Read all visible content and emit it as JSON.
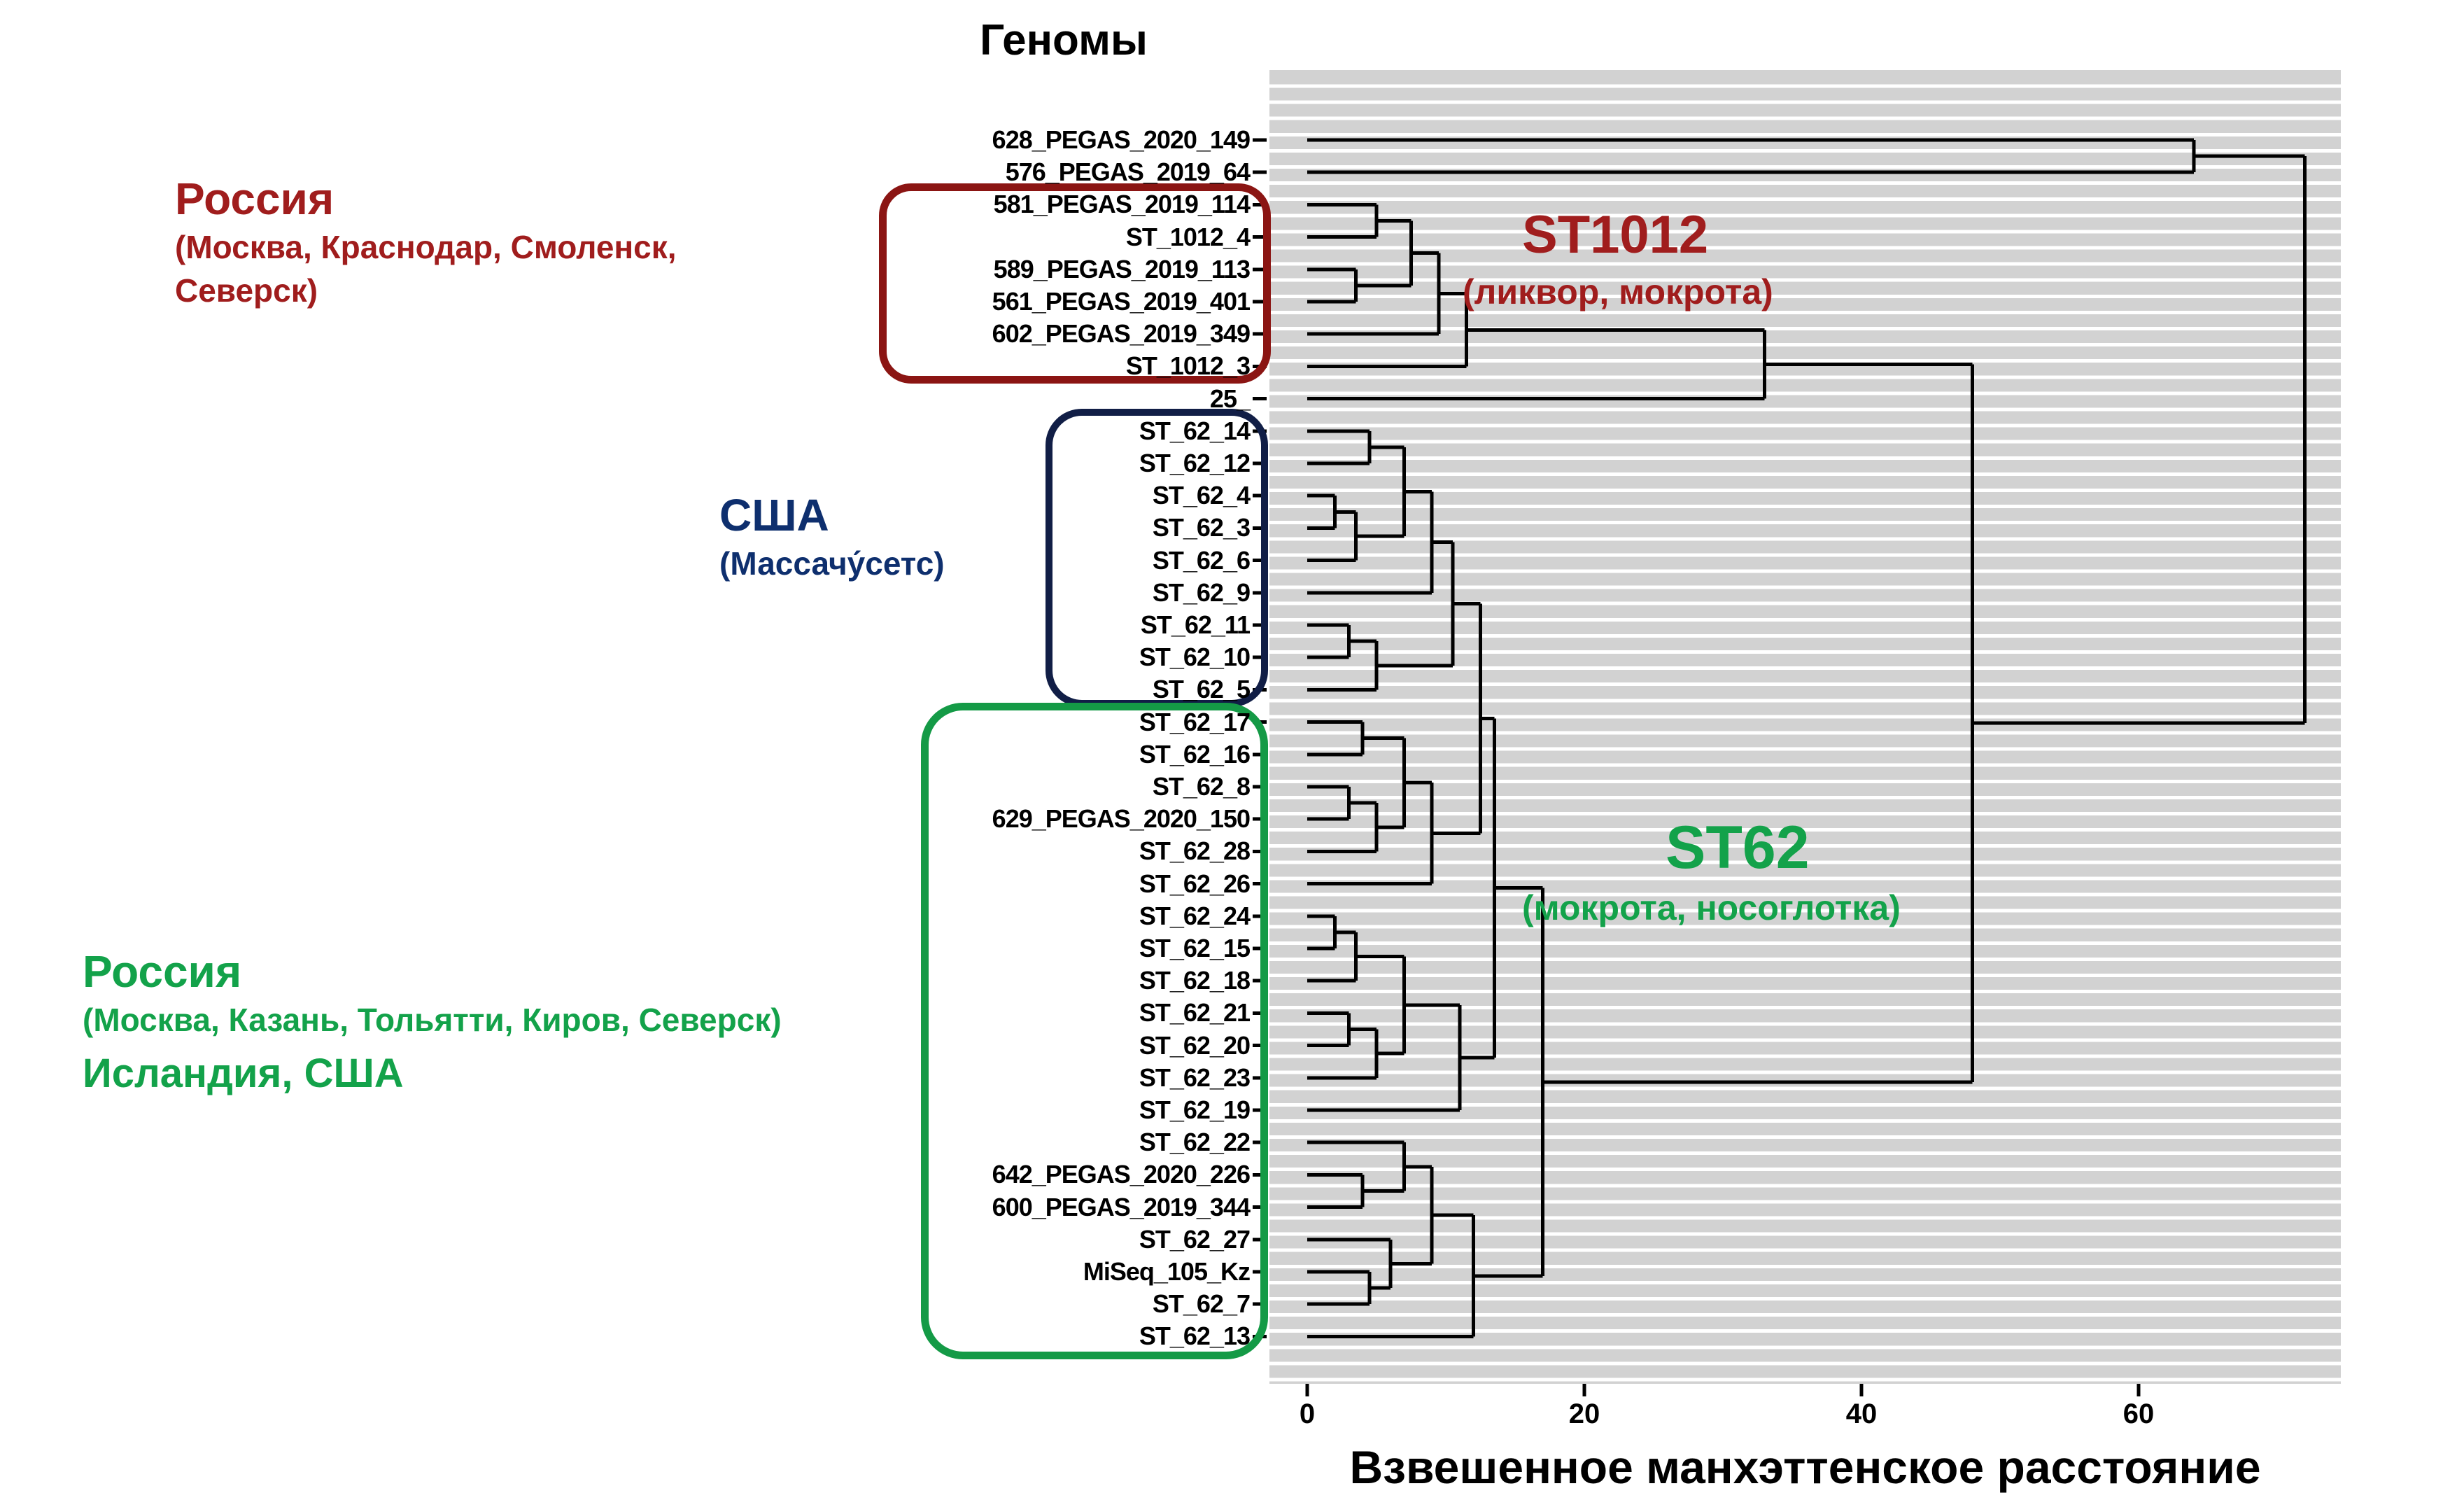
{
  "figure": {
    "genomes_header": "Геномы"
  },
  "colors": {
    "red_text": "#A01D1D",
    "red_box": "#8B1513",
    "blue_text": "#0E2F6E",
    "blue_box": "#111E46",
    "green_text": "#13A24A",
    "green_box": "#149A46",
    "panel_bg": "#D2D2D2",
    "dendrogram_line": "#000000"
  },
  "annotations": {
    "russia_red": {
      "title": "Россия",
      "line1": "(Москва, Краснодар, Смоленск,",
      "line2": "Северск)"
    },
    "usa_blue": {
      "title": "США",
      "line1": "(Массачу́сетс)"
    },
    "russia_green": {
      "title": "Россия",
      "line1": "(Москва, Казань, Тольятти,  Киров, Северск)",
      "line2": "Исландия, США"
    }
  },
  "cluster_labels": {
    "st1012": {
      "title": "ST1012",
      "subtitle": "(ликвор,  мокрота)"
    },
    "st62": {
      "title": "ST62",
      "subtitle": "(мокрота, носоглотка)"
    }
  },
  "chart_data": {
    "type": "dendrogram",
    "orientation": "horizontal, leaves on left",
    "title": "Геномы",
    "xlabel": "Взвешенное манхэттенское расстояние",
    "x_ticks": [
      0,
      20,
      40,
      60
    ],
    "x_range": [
      0,
      75
    ],
    "grid": "horizontal white stripes on gray panel",
    "leaves": [
      "628_PEGAS_2020_149",
      "576_PEGAS_2019_64",
      "581_PEGAS_2019_114",
      "ST_1012_4",
      "589_PEGAS_2019_113",
      "561_PEGAS_2019_401",
      "602_PEGAS_2019_349",
      "ST_1012_3",
      "25_",
      "ST_62_14",
      "ST_62_12",
      "ST_62_4",
      "ST_62_3",
      "ST_62_6",
      "ST_62_9",
      "ST_62_11",
      "ST_62_10",
      "ST_62_5",
      "ST_62_17",
      "ST_62_16",
      "ST_62_8",
      "629_PEGAS_2020_150",
      "ST_62_28",
      "ST_62_26",
      "ST_62_24",
      "ST_62_15",
      "ST_62_18",
      "ST_62_21",
      "ST_62_20",
      "ST_62_23",
      "ST_62_19",
      "ST_62_22",
      "642_PEGAS_2020_226",
      "600_PEGAS_2019_344",
      "ST_62_27",
      "MiSeq_105_Kz",
      "ST_62_7",
      "ST_62_13"
    ],
    "merges": [
      {
        "id": "M1",
        "a": "581_PEGAS_2019_114",
        "b": "ST_1012_4",
        "d": 5
      },
      {
        "id": "M2",
        "a": "589_PEGAS_2019_113",
        "b": "561_PEGAS_2019_401",
        "d": 3.5
      },
      {
        "id": "M3",
        "a": "M1",
        "b": "M2",
        "d": 7.5
      },
      {
        "id": "M4",
        "a": "M3",
        "b": "602_PEGAS_2019_349",
        "d": 9.5
      },
      {
        "id": "M5",
        "a": "M4",
        "b": "ST_1012_3",
        "d": 11.5
      },
      {
        "id": "M6",
        "a": "M5",
        "b": "25_",
        "d": 33
      },
      {
        "id": "M7",
        "a": "ST_62_14",
        "b": "ST_62_12",
        "d": 4.5
      },
      {
        "id": "M8",
        "a": "ST_62_4",
        "b": "ST_62_3",
        "d": 2
      },
      {
        "id": "M9",
        "a": "M8",
        "b": "ST_62_6",
        "d": 3.5
      },
      {
        "id": "M10",
        "a": "M7",
        "b": "M9",
        "d": 7
      },
      {
        "id": "M11",
        "a": "M10",
        "b": "ST_62_9",
        "d": 9
      },
      {
        "id": "M12",
        "a": "ST_62_11",
        "b": "ST_62_10",
        "d": 3
      },
      {
        "id": "M13",
        "a": "M12",
        "b": "ST_62_5",
        "d": 5
      },
      {
        "id": "M14",
        "a": "M11",
        "b": "M13",
        "d": 10.5
      },
      {
        "id": "M15",
        "a": "ST_62_17",
        "b": "ST_62_16",
        "d": 4
      },
      {
        "id": "M16",
        "a": "ST_62_8",
        "b": "629_PEGAS_2020_150",
        "d": 3
      },
      {
        "id": "M17",
        "a": "M16",
        "b": "ST_62_28",
        "d": 5
      },
      {
        "id": "M18",
        "a": "M15",
        "b": "M17",
        "d": 7
      },
      {
        "id": "M19",
        "a": "M18",
        "b": "ST_62_26",
        "d": 9
      },
      {
        "id": "M20",
        "a": "ST_62_24",
        "b": "ST_62_15",
        "d": 2
      },
      {
        "id": "M21",
        "a": "M20",
        "b": "ST_62_18",
        "d": 3.5
      },
      {
        "id": "M22",
        "a": "ST_62_21",
        "b": "ST_62_20",
        "d": 3
      },
      {
        "id": "M23",
        "a": "M22",
        "b": "ST_62_23",
        "d": 5
      },
      {
        "id": "M24",
        "a": "M21",
        "b": "M23",
        "d": 7
      },
      {
        "id": "M25",
        "a": "M24",
        "b": "ST_62_19",
        "d": 11
      },
      {
        "id": "M26",
        "a": "642_PEGAS_2020_226",
        "b": "600_PEGAS_2019_344",
        "d": 4
      },
      {
        "id": "M27",
        "a": "ST_62_22",
        "b": "M26",
        "d": 7
      },
      {
        "id": "M28",
        "a": "MiSeq_105_Kz",
        "b": "ST_62_7",
        "d": 4.5
      },
      {
        "id": "M29",
        "a": "M28",
        "b": "ST_62_27",
        "d": 6
      },
      {
        "id": "M30",
        "a": "M27",
        "b": "M29",
        "d": 9
      },
      {
        "id": "M31",
        "a": "M30",
        "b": "ST_62_13",
        "d": 12
      },
      {
        "id": "M32",
        "a": "M14",
        "b": "M19",
        "d": 12.5
      },
      {
        "id": "M33",
        "a": "M32",
        "b": "M25",
        "d": 13.5
      },
      {
        "id": "M34",
        "a": "M33",
        "b": "M31",
        "d": 17
      },
      {
        "id": "M35",
        "a": "M6",
        "b": "M34",
        "d": 48
      },
      {
        "id": "M36",
        "a": "628_PEGAS_2020_149",
        "b": "576_PEGAS_2019_64",
        "d": 64
      },
      {
        "id": "M37",
        "a": "M36",
        "b": "M35",
        "d": 72
      }
    ],
    "clusters": [
      {
        "name": "ST1012",
        "note": "(ликвор,  мокрота)",
        "color": "#A01D1D",
        "leaf_span": [
          "581_PEGAS_2019_114",
          "ST_1012_3"
        ]
      },
      {
        "name": "ST62 (США, Массачусетс)",
        "color": "#111E46",
        "leaf_span": [
          "ST_62_14",
          "ST_62_5"
        ]
      },
      {
        "name": "ST62",
        "note": "(мокрота, носоглотка)",
        "color": "#13A24A",
        "leaf_span": [
          "ST_62_17",
          "ST_62_13"
        ]
      }
    ]
  }
}
